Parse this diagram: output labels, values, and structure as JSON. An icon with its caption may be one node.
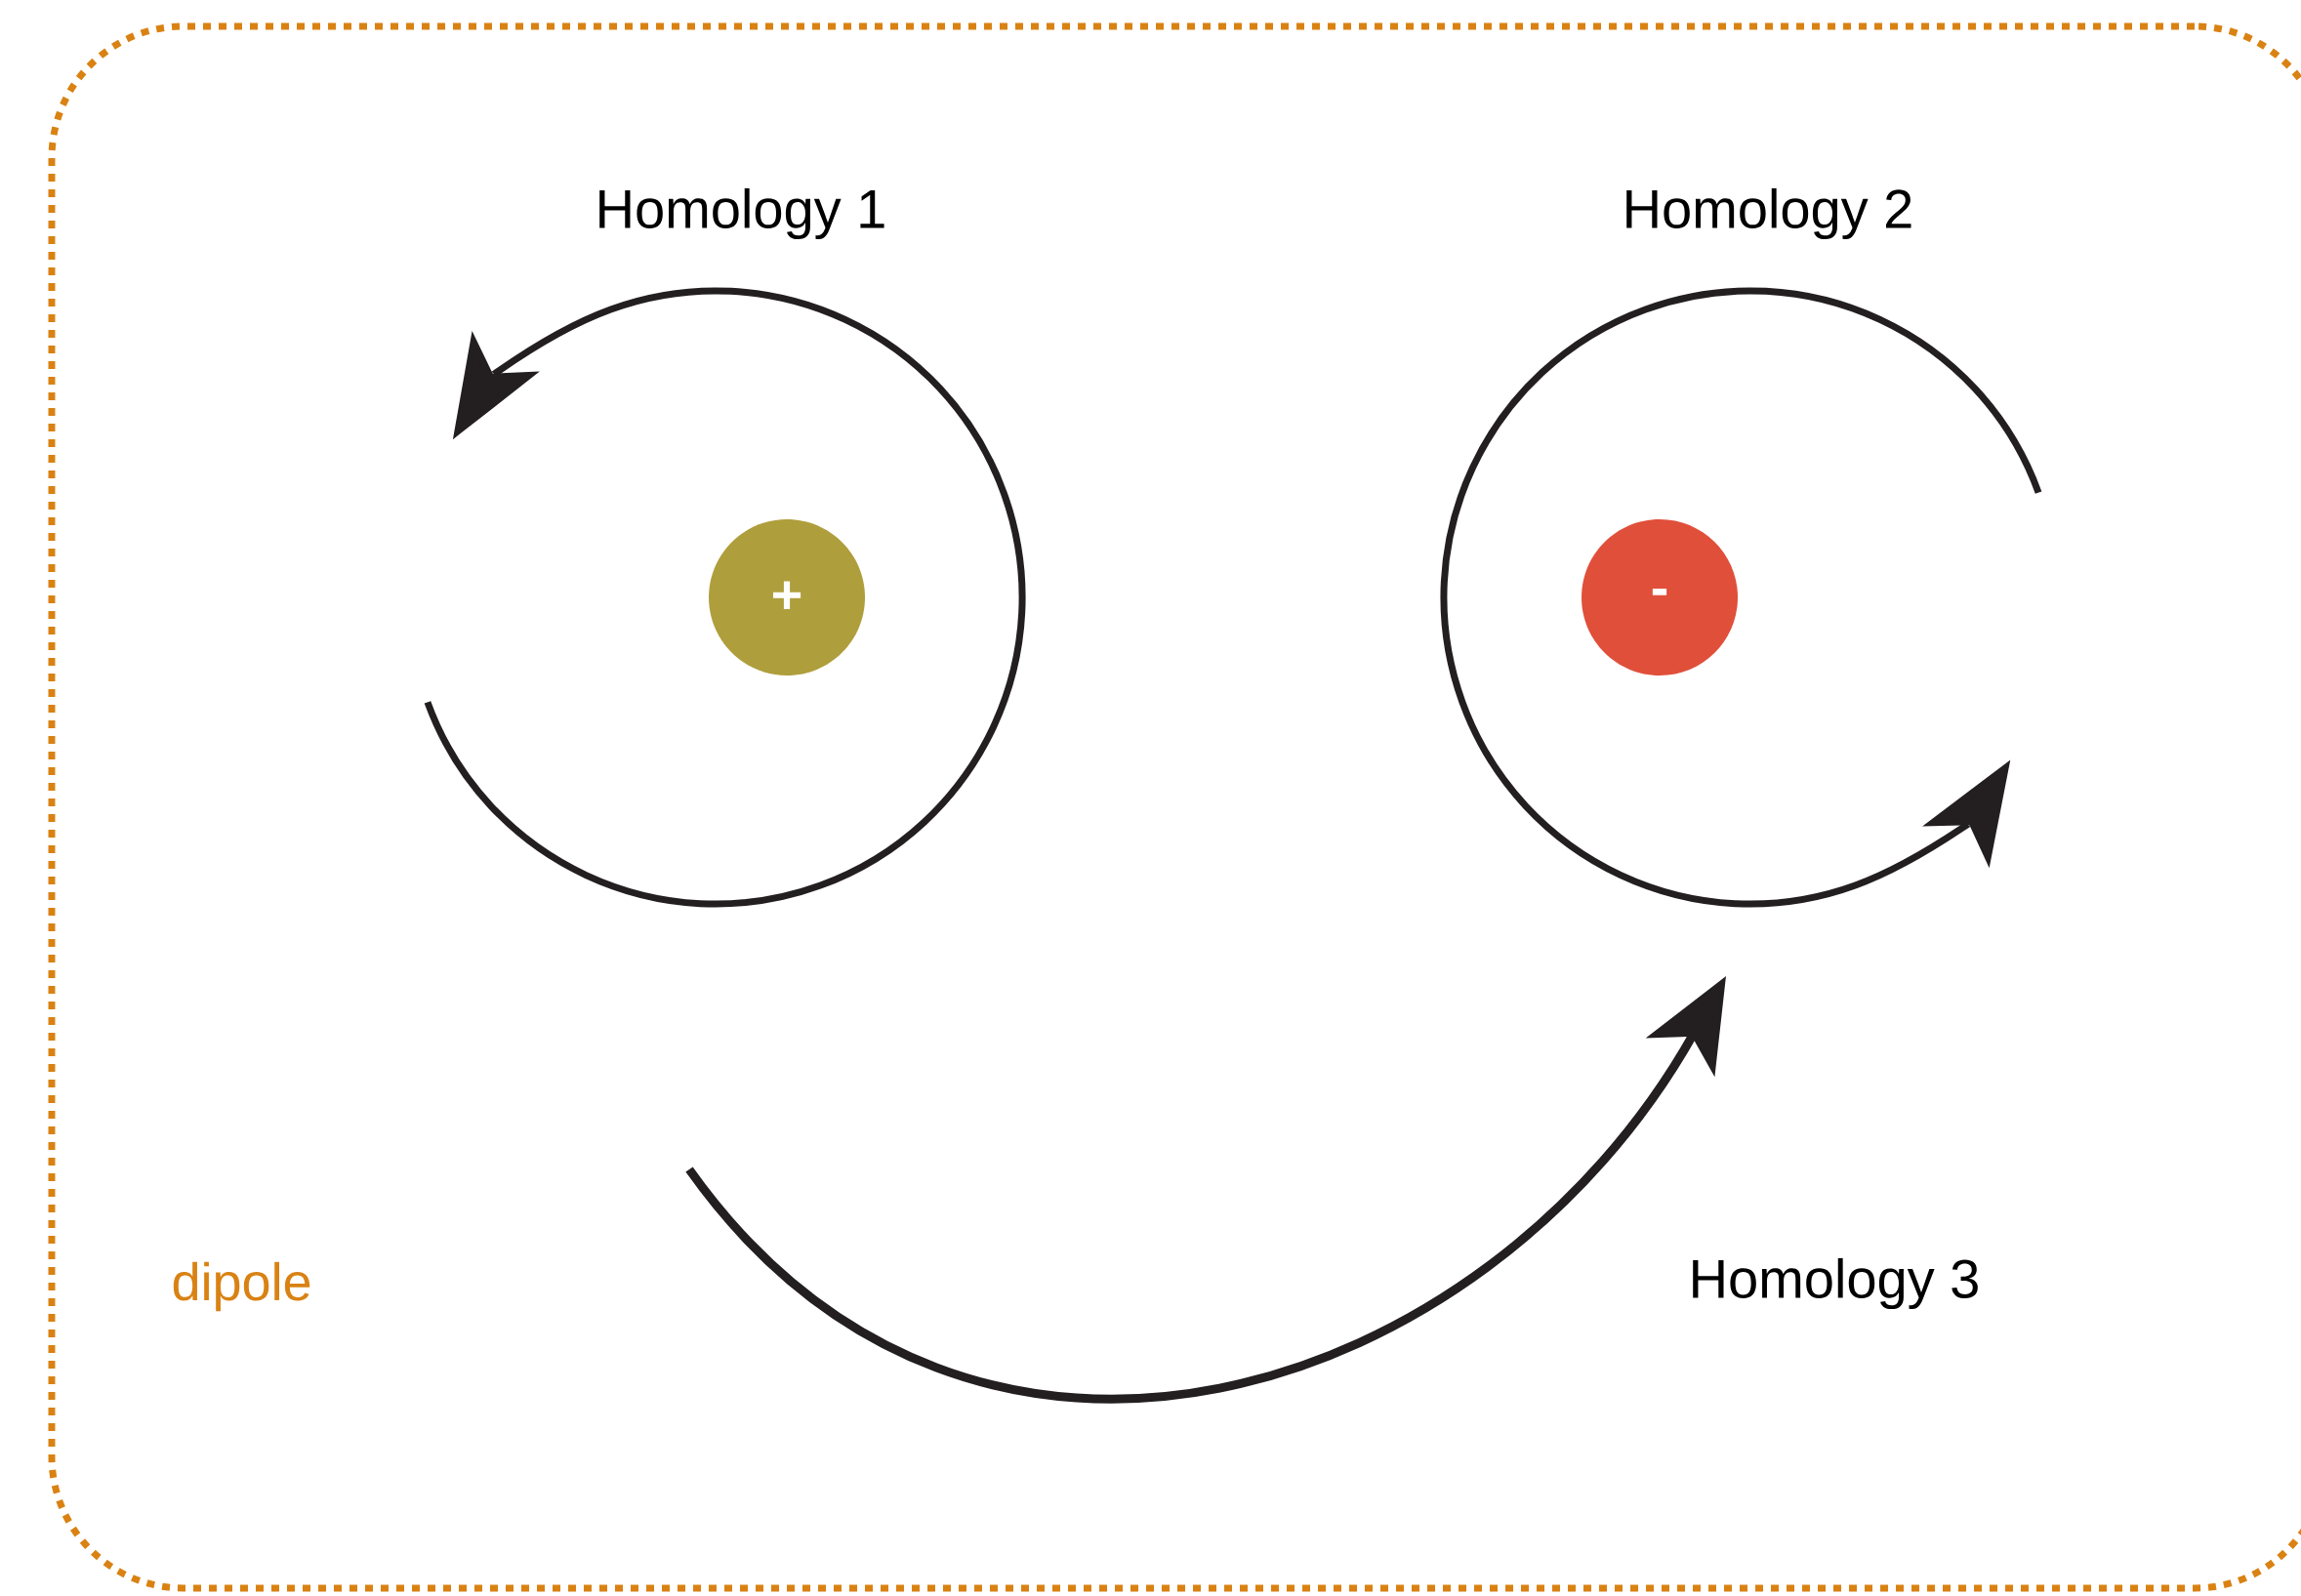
{
  "diagram": {
    "nodes": [
      {
        "text": [
          "dipole"
        ]
      },
      {
        "text": [
          "+"
        ],
        "in": 0
      },
      {
        "text": [
          "-"
        ],
        "in": 0
      }
    ],
    "labels": [
      "Homology 1",
      "Homology 2",
      "Homology 3"
    ]
  }
}
